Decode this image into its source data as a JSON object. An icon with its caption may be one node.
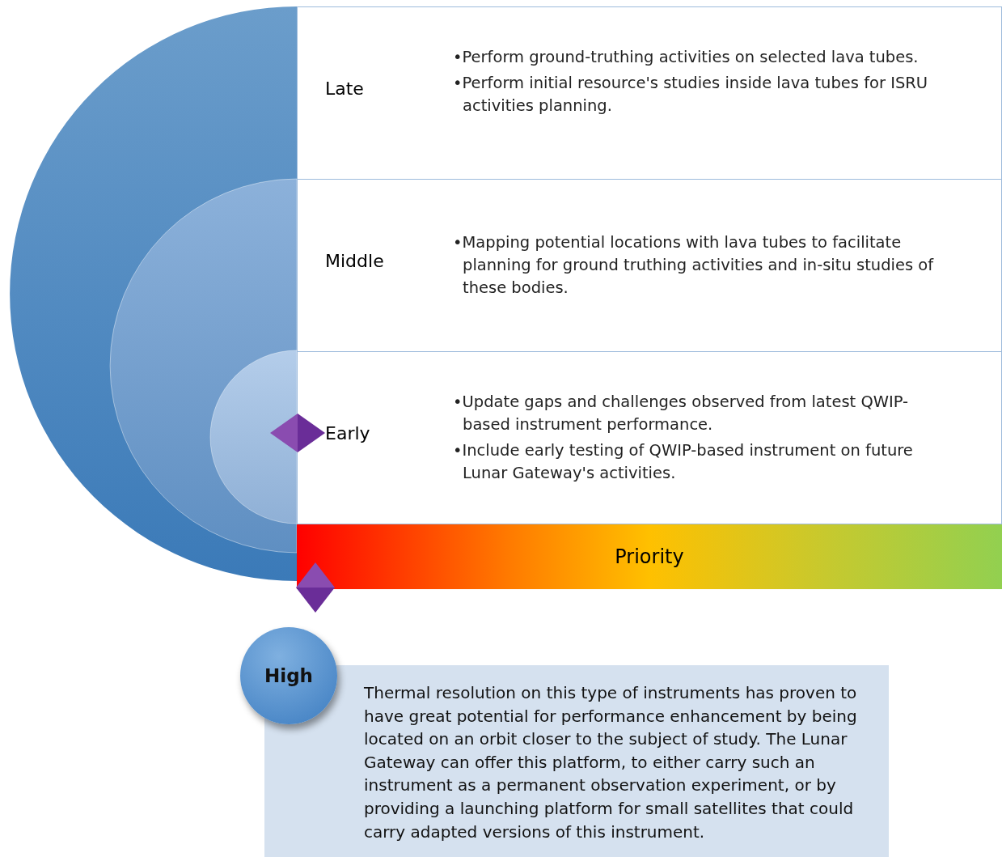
{
  "diagram": {
    "nodes": [
      {
        "text": [
          "Late",
          "•Perform ground-truthing activities on selected lava tubes.",
          "•Perform initial resource's studies inside lava tubes for ISRU activities planning."
        ]
      },
      {
        "text": [
          "Middle",
          "•Mapping potential locations with lava tubes to facilitate planning for ground truthing activities and in-situ studies of these bodies."
        ]
      },
      {
        "text": [
          "Early",
          "•Update gaps and challenges observed from latest QWIP-based instrument performance.",
          "•Include early testing of QWIP-based instrument on future Lunar Gateway's activities."
        ]
      },
      {
        "text": [
          "Priority"
        ]
      },
      {
        "text": [
          "High"
        ]
      },
      {
        "text": [
          "Thermal resolution on this type of instruments has proven to have great potential for performance enhancement by being located on an orbit closer to the subject of study. The Lunar Gateway can offer this platform, to either carry such an instrument as a permanent observation experiment, or by providing a launching platform for small satellites that could carry adapted versions of this instrument."
        ]
      }
    ]
  }
}
